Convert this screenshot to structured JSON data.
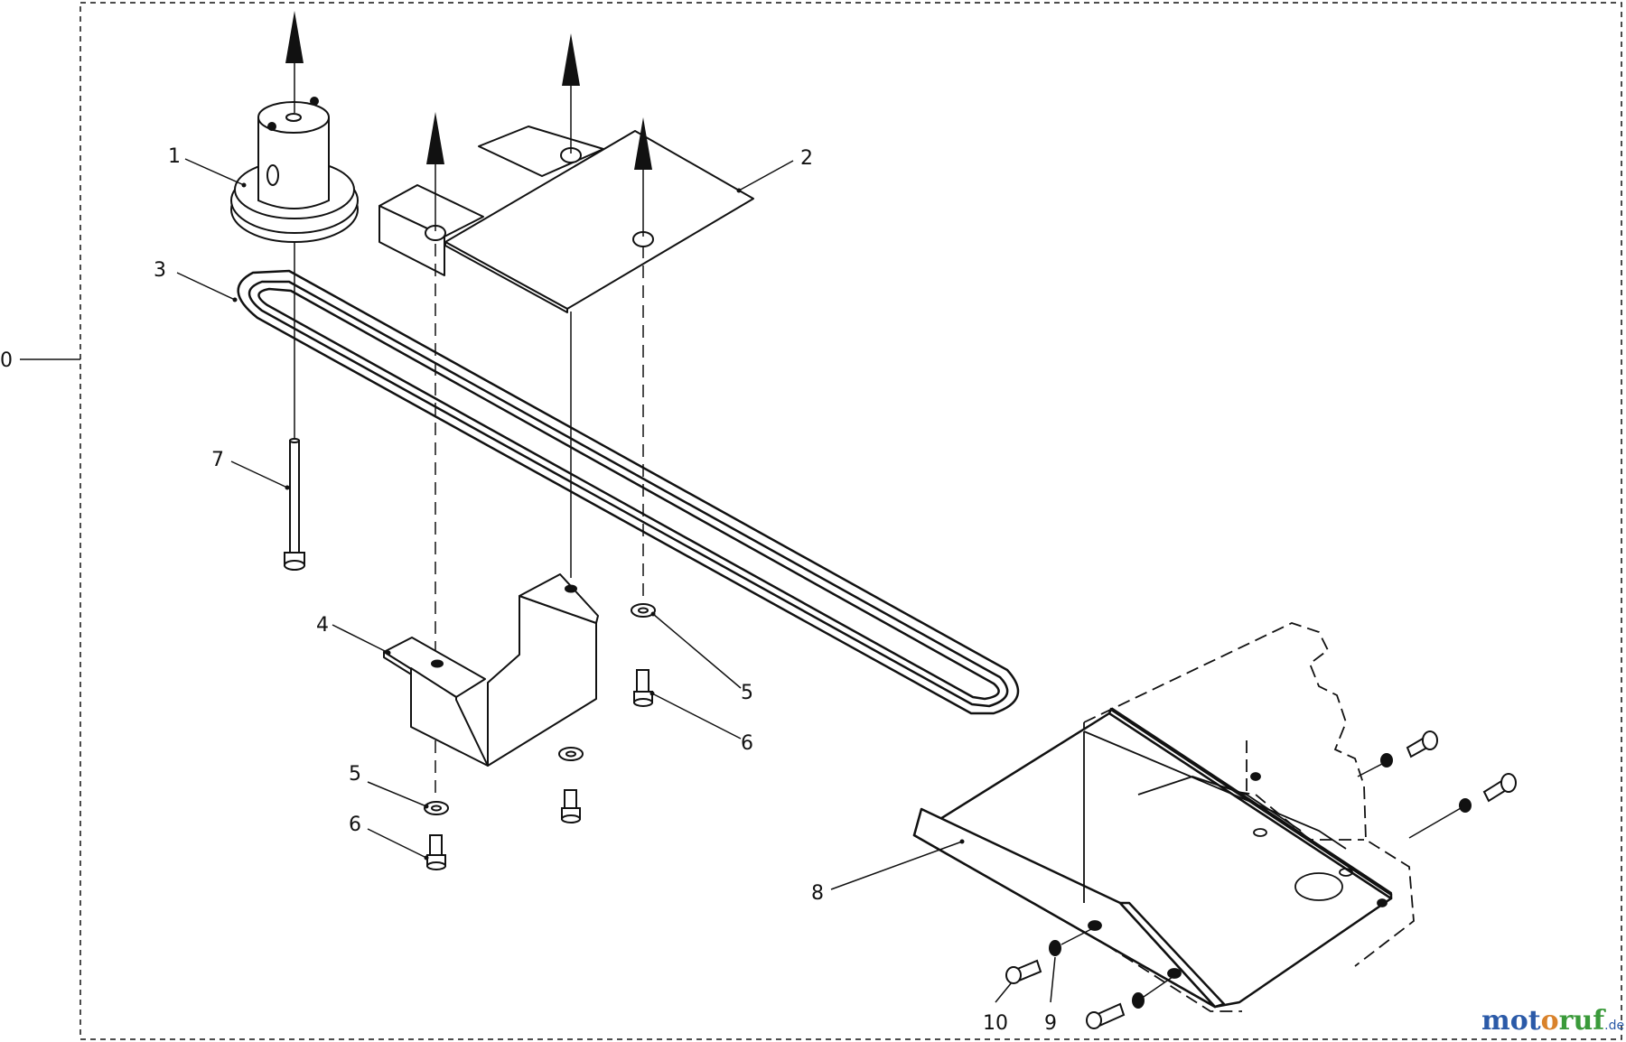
{
  "labels": {
    "l0": "0",
    "l1": "1",
    "l2": "2",
    "l3": "3",
    "l4": "4",
    "l5a": "5",
    "l5b": "5",
    "l6a": "6",
    "l6b": "6",
    "l7": "7",
    "l8": "8",
    "l9": "9",
    "l10": "10"
  },
  "watermark": {
    "part1": "mot",
    "part2": "o",
    "part3": "ruf",
    "suffix": ".de"
  },
  "colors": {
    "line": "#111111",
    "watermark_blue": "#2b5aa8",
    "watermark_green": "#3a9a3a",
    "watermark_orange": "#d9822b"
  }
}
